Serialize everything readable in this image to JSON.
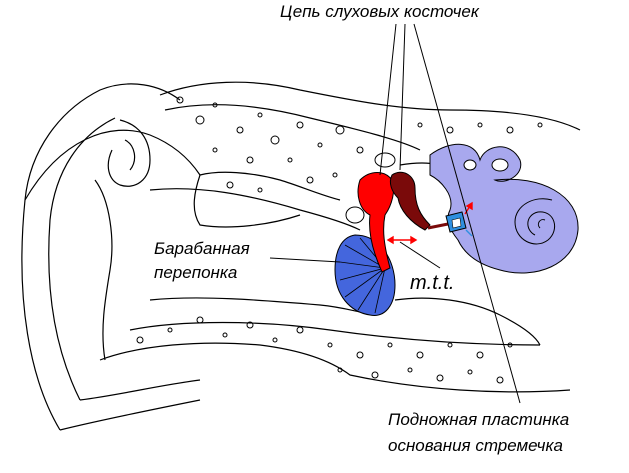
{
  "labels": {
    "ossicles": "Цепь слуховых косточек",
    "eardrum_line1": "Барабанная",
    "eardrum_line2": "перепонка",
    "muscle": "m.t.t.",
    "footplate_line1": "Подножная пластинка",
    "footplate_line2": "основания стремечка"
  },
  "colors": {
    "outline": "#000000",
    "eardrum": "#4466dd",
    "malleus": "#ff0000",
    "incus": "#7a0a0a",
    "stapes": "#2f8fe0",
    "inner_ear": "#a8a8ee",
    "arrows": "#ff0000"
  }
}
